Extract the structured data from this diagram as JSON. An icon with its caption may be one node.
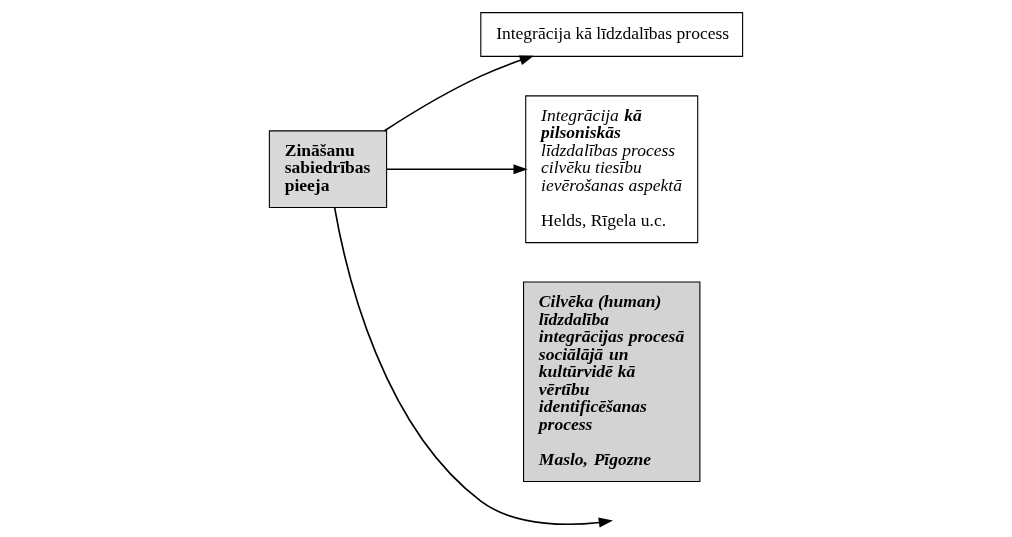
{
  "diagram": {
    "nodes": [
      {
        "text": [
          "Zināšanu sabiedrības pieeja"
        ]
      },
      {
        "text": [
          "Integrācija kā līdzdalības process"
        ]
      },
      {
        "text": [
          "Integrācija **kā pilsoniskās** līdzdalības process cilvēku tiesību ievērošanas aspektā",
          "Helds, Rīgela u.c."
        ]
      },
      {
        "text": [
          "Cilvēka (human) līdzdalība integrācijas procesā sociālājā un kultūrvidē kā vērtību identificēšanas process",
          "Maslo, Pīgozne"
        ]
      }
    ],
    "edges": [
      {
        "from": 0,
        "to": 1,
        "arrow": "to"
      },
      {
        "from": 0,
        "to": null,
        "arrow": "to"
      },
      {
        "from": 0,
        "to": 2,
        "arrow": "to"
      }
    ]
  }
}
